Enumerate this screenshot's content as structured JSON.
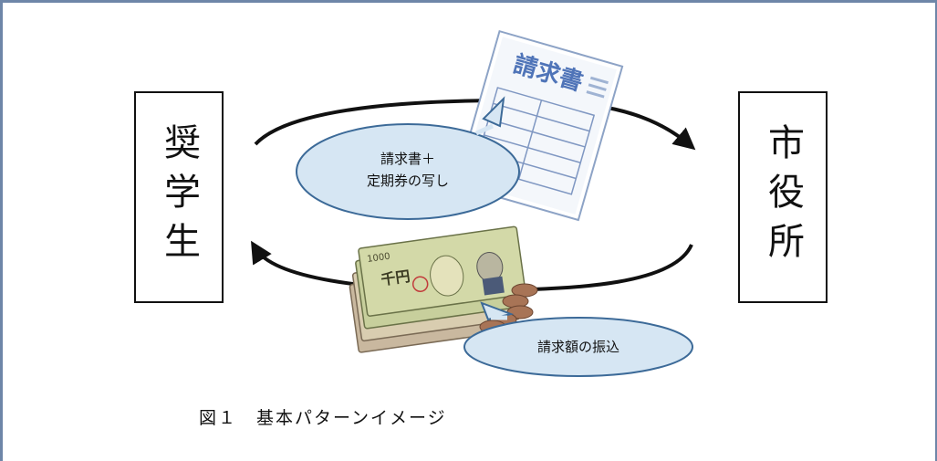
{
  "left_entity": "奨学生",
  "right_entity": "市役所",
  "invoice_doc_label": "請求書",
  "top_bubble": {
    "line1": "請求書＋",
    "line2": "定期券の写し"
  },
  "bottom_bubble": "請求額の振込",
  "caption": "図１　基本パターンイメージ",
  "banknote_label": "千円",
  "banknote_denomination": "1000",
  "colors": {
    "bubble_fill": "#d6e6f3",
    "bubble_stroke": "#3c6a98",
    "arrow": "#111111",
    "frame": "#6e86a8",
    "invoice_header": "#4f74b8"
  },
  "icons": [
    "invoice-document-icon",
    "banknotes-coins-icon"
  ]
}
